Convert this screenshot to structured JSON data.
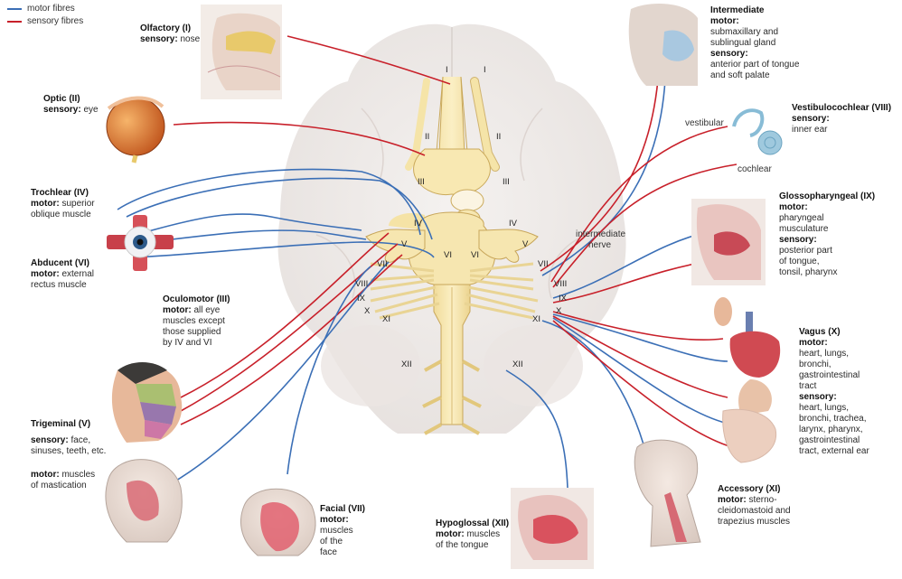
{
  "legend": {
    "motor": {
      "label": "motor fibres",
      "color": "#3b6fb6"
    },
    "sensory": {
      "label": "sensory fibres",
      "color": "#c8202a"
    }
  },
  "nerves": {
    "olfactory": {
      "title": "Olfactory (I)",
      "k1": "sensory:",
      "v1": "nose"
    },
    "optic": {
      "title": "Optic (II)",
      "k1": "sensory:",
      "v1": "eye"
    },
    "trochlear": {
      "title": "Trochlear (IV)",
      "k1": "motor:",
      "v1": "superior",
      "v2": "oblique muscle"
    },
    "abducent": {
      "title": "Abducent (VI)",
      "k1": "motor:",
      "v1": "external",
      "v2": "rectus muscle"
    },
    "oculomotor": {
      "title": "Oculomotor (III)",
      "k1": "motor:",
      "v1": "all eye",
      "v2": "muscles except",
      "v3": "those supplied",
      "v4": "by IV and VI"
    },
    "trigeminal": {
      "title": "Trigeminal (V)",
      "k1": "sensory:",
      "v1": "face,",
      "v2": "sinuses, teeth, etc.",
      "k2": "motor:",
      "v3": "muscles",
      "v4": "of mastication"
    },
    "facial": {
      "title": "Facial (VII)",
      "k1": "motor:",
      "v1": "muscles",
      "v2": "of the",
      "v3": "face"
    },
    "hypoglossal": {
      "title": "Hypoglossal (XII)",
      "k1": "motor:",
      "v1": "muscles",
      "v2": "of the tongue"
    },
    "accessory": {
      "title": "Accessory (XI)",
      "k1": "motor:",
      "v1": "sterno-",
      "v2": "cleidomastoid and",
      "v3": "trapezius muscles"
    },
    "vagus": {
      "title": "Vagus (X)",
      "k1": "motor:",
      "m": [
        "heart, lungs,",
        "bronchi,",
        "gastrointestinal",
        "tract"
      ],
      "k2": "sensory:",
      "s": [
        "heart, lungs,",
        "bronchi, trachea,",
        "larynx, pharynx,",
        "gastrointestinal",
        "tract, external ear"
      ]
    },
    "glosso": {
      "title": "Glossopharyngeal (IX)",
      "k1": "motor:",
      "m": [
        "pharyngeal",
        "musculature"
      ],
      "k2": "sensory:",
      "s": [
        "posterior part",
        "of tongue,",
        "tonsil, pharynx"
      ]
    },
    "vestibulo": {
      "title": "Vestibulocochlear (VIII)",
      "k1": "sensory:",
      "v1": "inner ear"
    },
    "intermediate": {
      "title": "Intermediate",
      "k1": "motor:",
      "m": [
        "submaxillary and",
        "sublingual gland"
      ],
      "k2": "sensory:",
      "s": [
        "anterior part of tongue",
        "and soft palate"
      ]
    }
  },
  "small_labels": {
    "vestibular": "vestibular",
    "cochlear": "cochlear",
    "intermediate_nerve_1": "intermediate",
    "intermediate_nerve_2": "nerve"
  },
  "roman": {
    "I": "I",
    "II": "II",
    "III": "III",
    "IV": "IV",
    "V": "V",
    "VI": "VI",
    "VII": "VII",
    "VIII": "VIII",
    "IX": "IX",
    "X": "X",
    "XI": "XI",
    "XII": "XII"
  }
}
